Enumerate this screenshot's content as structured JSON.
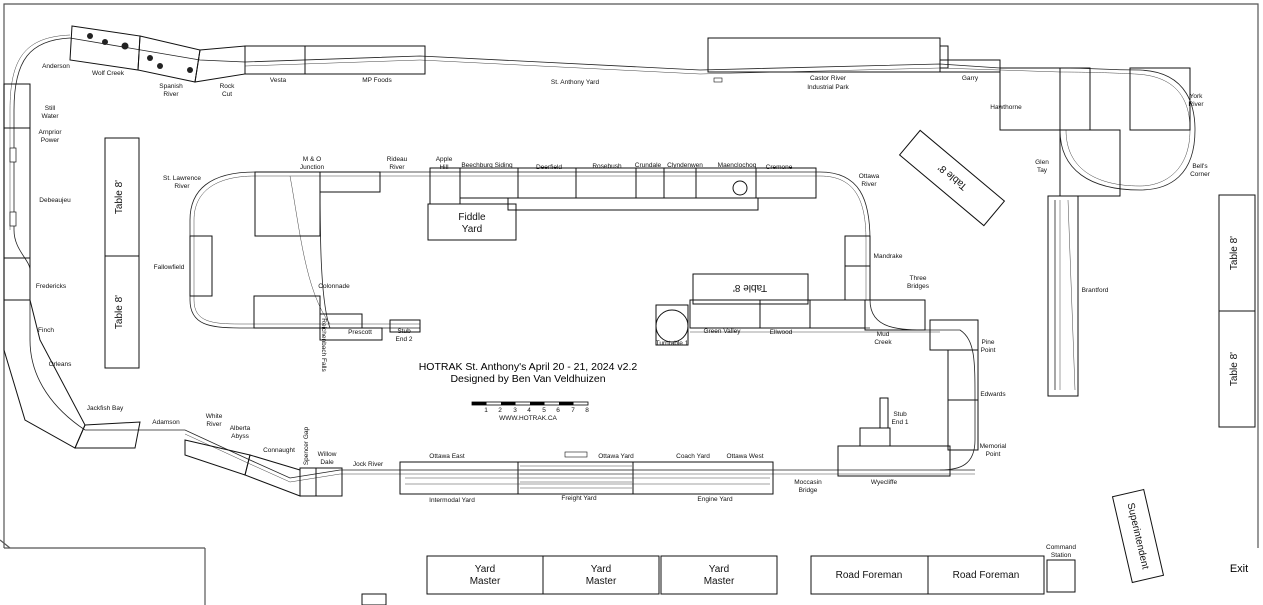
{
  "title": {
    "line1": "HOTRAK St. Anthony's April 20 - 21, 2024 v2.2",
    "line2": "Designed by Ben Van Veldhuizen",
    "website": "WWW.HOTRAK.CA"
  },
  "scale": {
    "ticks": [
      "1",
      "2",
      "3",
      "4",
      "5",
      "6",
      "7",
      "8"
    ]
  },
  "locations": {
    "anderson": "Anderson",
    "wolf_creek": "Wolf Creek",
    "spanish_river_1": "Spanish",
    "spanish_river_2": "River",
    "rock_cut_1": "Rock",
    "rock_cut_2": "Cut",
    "vesta": "Vesta",
    "mp_foods": "MP Foods",
    "st_anthony_yard": "St. Anthony Yard",
    "castor_river_1": "Castor River",
    "castor_river_2": "Industrial Park",
    "garry": "Garry",
    "hawthorne": "Hawthorne",
    "york_river_1": "York",
    "york_river_2": "River",
    "still_water_1": "Still",
    "still_water_2": "Water",
    "arnprior_1": "Arnprior",
    "arnprior_2": "Power",
    "debeaujeu": "Debeaujeu",
    "fredericks": "Fredericks",
    "finch": "Finch",
    "orleans": "Orleans",
    "jackfish_bay": "Jackfish Bay",
    "adamson": "Adamson",
    "white_river_1": "White",
    "white_river_2": "River",
    "alberta_abyss_1": "Alberta",
    "alberta_abyss_2": "Abyss",
    "connaught": "Connaught",
    "spencer_gap": "Spencer Gap",
    "willow_dale_1": "Willow",
    "willow_dale_2": "Dale",
    "jock_river": "Jock River",
    "st_lawrence_1": "St. Lawrence",
    "st_lawrence_2": "River",
    "mo_junction_1": "M & O",
    "mo_junction_2": "Junction",
    "rideau_river_1": "Rideau",
    "rideau_river_2": "River",
    "apple_hill_1": "Apple",
    "apple_hill_2": "Hill",
    "beechburg": "Beechburg Siding",
    "deerfield": "Deerfield",
    "rosebush": "Rosebush",
    "crundale": "Crundale",
    "clyndenwen": "Clyndenwen",
    "maenclochog": "Maenclochog",
    "cremone": "Cremone",
    "ottawa_river_1": "Ottawa",
    "ottawa_river_2": "River",
    "fallowfield": "Fallowfield",
    "colonnade": "Colonnade",
    "prescott": "Prescott",
    "stub_end_2_1": "Stub",
    "stub_end_2_2": "End 2",
    "reichenbach_falls": "Reichenbach Falls",
    "fiddle_yard_1": "Fiddle",
    "fiddle_yard_2": "Yard",
    "mandrake": "Mandrake",
    "three_bridges_1": "Three",
    "three_bridges_2": "Bridges",
    "green_valley": "Green Valley",
    "ellwood": "Ellwood",
    "turntable_1": "Turntable 1",
    "mud_creek_1": "Mud",
    "mud_creek_2": "Creek",
    "pine_point_1": "Pine",
    "pine_point_2": "Point",
    "edwards": "Edwards",
    "memorial_point_1": "Memorial",
    "memorial_point_2": "Point",
    "stub_end_1_1": "Stub",
    "stub_end_1_2": "End 1",
    "wyecliffe": "Wyecliffe",
    "moccasin_1": "Moccasin",
    "moccasin_2": "Bridge",
    "ottawa_east": "Ottawa East",
    "ottawa_yard": "Ottawa Yard",
    "coach_yard": "Coach Yard",
    "ottawa_west": "Ottawa West",
    "intermodal_yard": "Intermodal Yard",
    "freight_yard": "Freight Yard",
    "engine_yard": "Engine Yard",
    "glen_tay_1": "Glen",
    "glen_tay_2": "Tay",
    "bells_corner_1": "Bell's",
    "bells_corner_2": "Corner",
    "brantford": "Brantford"
  },
  "tables": {
    "left_top": "Table 8'",
    "left_bottom": "Table 8'",
    "right_top": "Table 8'",
    "right_bottom": "Table 8'",
    "center": "Table 8'",
    "angled": "Table 8'"
  },
  "stations": {
    "yard_master_1_a": "Yard",
    "yard_master_1_b": "Master",
    "yard_master_2_a": "Yard",
    "yard_master_2_b": "Master",
    "yard_master_3_a": "Yard",
    "yard_master_3_b": "Master",
    "road_foreman_1": "Road Foreman",
    "road_foreman_2": "Road Foreman",
    "command_station_1": "Command",
    "command_station_2": "Station",
    "superintendent": "Superintendent",
    "exit": "Exit"
  }
}
